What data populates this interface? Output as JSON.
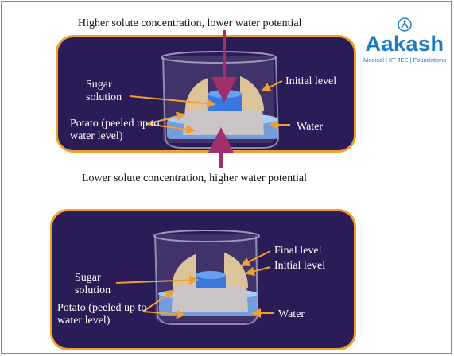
{
  "captions": {
    "top": "Higher solute concentration, lower water potential",
    "middle": "Lower solute concentration, higher water potential"
  },
  "panel_top": {
    "sugar_solution": "Sugar solution",
    "initial_level": "Initial level",
    "potato": "Potato (peeled up to water level)",
    "water": "Water"
  },
  "panel_bottom": {
    "sugar_solution": "Sugar solution",
    "final_level": "Final level",
    "initial_level": "Initial level",
    "potato": "Potato (peeled up to water level)",
    "water": "Water"
  },
  "logo": {
    "name": "Aakash",
    "tagline": "Medical | IIT-JEE | Foundations"
  },
  "colors": {
    "panel_bg": "#2a1d57",
    "panel_border": "#f0a030",
    "arrow": "#a0306a",
    "pointer": "#f0a030",
    "water": "#7db0f0",
    "potato_skin": "#dcc49a",
    "potato_peeled": "#c9c4c6",
    "sugar": "#3a78e0",
    "brand": "#1a7dc4"
  }
}
